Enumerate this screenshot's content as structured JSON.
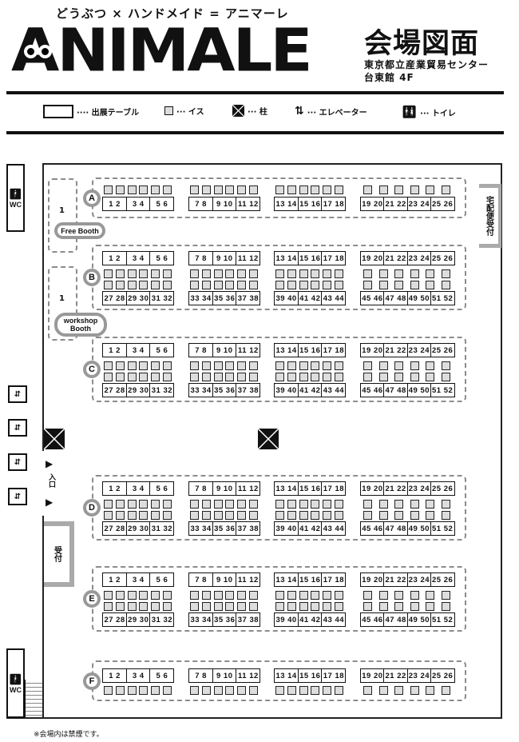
{
  "header": {
    "tagline": "どうぶつ × ハンドメイド = アニマーレ",
    "logo": "ANIMALE",
    "map_title": "会場図面",
    "venue_line1": "東京都立産業貿易センター",
    "venue_line2": "台東館 4F"
  },
  "legend": [
    {
      "icon": "table-icon",
      "label": "···· 出展テーブル"
    },
    {
      "icon": "chair-icon",
      "label": "··· イス"
    },
    {
      "icon": "pillar-icon",
      "label": "··· 柱"
    },
    {
      "icon": "elevator-icon",
      "label": "··· エレベーター"
    },
    {
      "icon": "toilet-icon",
      "label": "··· トイレ"
    }
  ],
  "facilities": {
    "wc_top": "WC",
    "wc_bottom": "WC",
    "delivery": "宅配便受付",
    "entrance": "入口",
    "reception": "受付",
    "elevator_symbol": "⇵"
  },
  "booths": {
    "free_count": "1",
    "free_label": "Free Booth",
    "workshop_count": "1",
    "workshop_label": "workshop Booth"
  },
  "rows": [
    {
      "label": "A",
      "type": "single",
      "top": [
        "1 2",
        "3 4",
        "5 6",
        "7 8",
        "9 10",
        "11 12",
        "13 14",
        "15 16",
        "17 18",
        "19 20",
        "21 22",
        "23 24",
        "25 26"
      ]
    },
    {
      "label": "B",
      "type": "double",
      "top": [
        "1 2",
        "3 4",
        "5 6",
        "7 8",
        "9 10",
        "11 12",
        "13 14",
        "15 16",
        "17 18",
        "19 20",
        "21 22",
        "23 24",
        "25 26"
      ],
      "bottom": [
        "27 28",
        "29 30",
        "31 32",
        "33 34",
        "35 36",
        "37 38",
        "39 40",
        "41 42",
        "43 44",
        "45 46",
        "47 48",
        "49 50",
        "51 52"
      ]
    },
    {
      "label": "C",
      "type": "double",
      "top": [
        "1 2",
        "3 4",
        "5 6",
        "7 8",
        "9 10",
        "11 12",
        "13 14",
        "15 16",
        "17 18",
        "19 20",
        "21 22",
        "23 24",
        "25 26"
      ],
      "bottom": [
        "27 28",
        "29 30",
        "31 32",
        "33 34",
        "35 36",
        "37 38",
        "39 40",
        "41 42",
        "43 44",
        "45 46",
        "47 48",
        "49 50",
        "51 52"
      ]
    },
    {
      "label": "D",
      "type": "double",
      "top": [
        "1 2",
        "3 4",
        "5 6",
        "7 8",
        "9 10",
        "11 12",
        "13 14",
        "15 16",
        "17 18",
        "19 20",
        "21 22",
        "23 24",
        "25 26"
      ],
      "bottom": [
        "27 28",
        "29 30",
        "31 32",
        "33 34",
        "35 36",
        "37 38",
        "39 40",
        "41 42",
        "43 44",
        "45 46",
        "47 48",
        "49 50",
        "51 52"
      ]
    },
    {
      "label": "E",
      "type": "double",
      "top": [
        "1 2",
        "3 4",
        "5 6",
        "7 8",
        "9 10",
        "11 12",
        "13 14",
        "15 16",
        "17 18",
        "19 20",
        "21 22",
        "23 24",
        "25 26"
      ],
      "bottom": [
        "27 28",
        "29 30",
        "31 32",
        "33 34",
        "35 36",
        "37 38",
        "39 40",
        "41 42",
        "43 44",
        "45 46",
        "47 48",
        "49 50",
        "51 52"
      ]
    },
    {
      "label": "F",
      "type": "singleBelow",
      "top": [
        "1 2",
        "3 4",
        "5 6",
        "7 8",
        "9 10",
        "11 12",
        "13 14",
        "15 16",
        "17 18",
        "19 20",
        "21 22",
        "23 24",
        "25 26"
      ]
    }
  ],
  "footer_note": "※会場内は禁煙です。"
}
